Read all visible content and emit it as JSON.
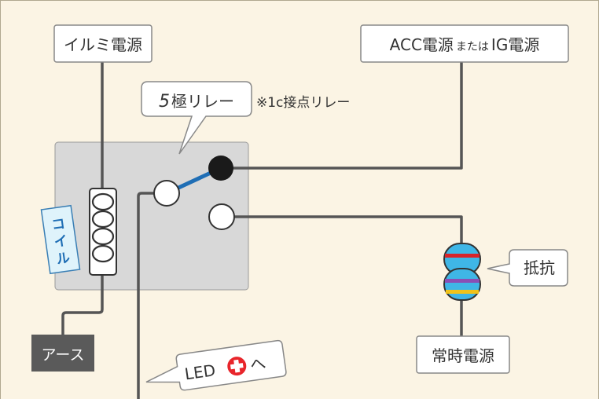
{
  "labels": {
    "illumi": "イルミ電源",
    "acc_main": "ACC電源",
    "acc_mid": "または",
    "acc_ig": "IG電源",
    "relay_num": "5",
    "relay_rest": "極リレー",
    "relay_note": "※1c接点リレー",
    "coil": [
      "コ",
      "イ",
      "ル"
    ],
    "resistor": "抵抗",
    "constant": "常時電源",
    "earth": "アース",
    "led_prefix": "LED",
    "led_suffix": "へ"
  },
  "icons": {
    "plus": "plus-in-red-circle-icon"
  },
  "colors": {
    "background": "#fbf4e4",
    "wire": "#555555",
    "relay_body": "#d8d8d8",
    "switch_arm": "#1f6eb5",
    "coil_tag": "#dff3fb",
    "coil_text": "#1f6eb5",
    "earth_box": "#5a5a5a",
    "led_plus": "#e8252b"
  }
}
